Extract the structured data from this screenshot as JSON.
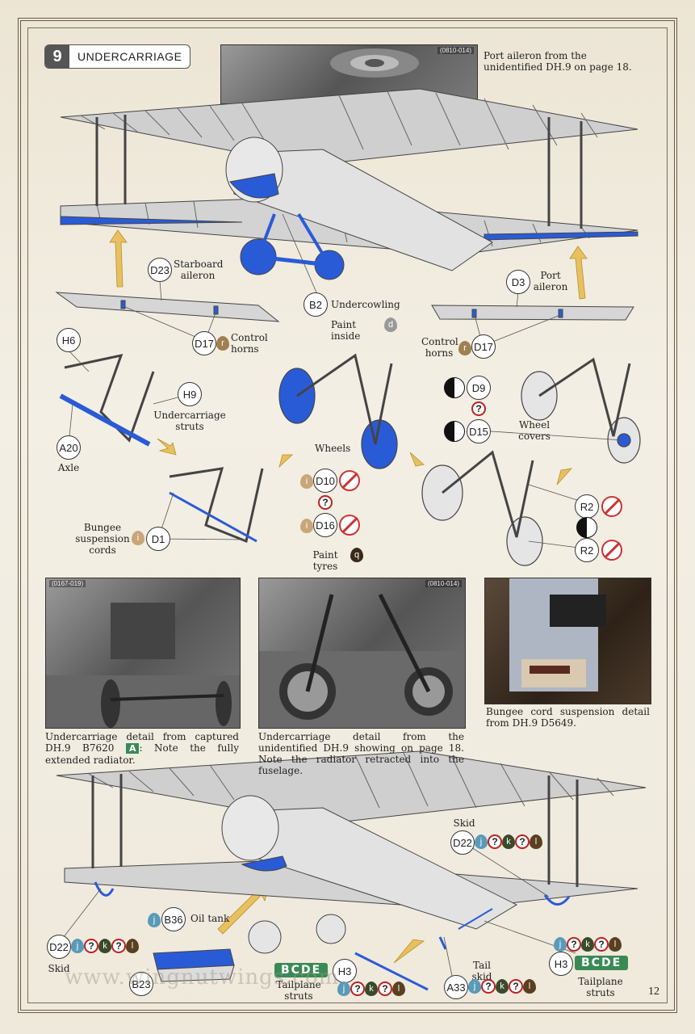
{
  "step": {
    "number": "9",
    "title": "UNDERCARRIAGE"
  },
  "top_photo": {
    "ref": "(0810-014)",
    "caption": "Port aileron from the unidentified DH.9 on page 18."
  },
  "callouts": {
    "d23": "D23",
    "d23_label": "Starboard aileron",
    "d17a": "D17",
    "d17a_label": "Control horns",
    "d17a_paint": "r",
    "b2": "B2",
    "b2_label": "Undercowling",
    "b2_paint_label": "Paint inside",
    "b2_paint": "d",
    "d3": "D3",
    "d3_label": "Port aileron",
    "d17b": "D17",
    "d17b_label": "Control horns",
    "d17b_paint": "r",
    "h6": "H6",
    "h9": "H9",
    "h9_label": "Undercarriage struts",
    "a20": "A20",
    "a20_label": "Axle",
    "d1": "D1",
    "d1_label": "Bungee suspension cords",
    "d1_paint": "i",
    "wheels_label": "Wheels",
    "d10": "D10",
    "d10_paint": "i",
    "d16": "D16",
    "d16_paint": "i",
    "tyres_label": "Paint tyres",
    "tyres_paint": "q",
    "d9": "D9",
    "d15": "D15",
    "wheelcovers_label": "Wheel covers",
    "r2a": "R2",
    "r2b": "R2"
  },
  "photos": [
    {
      "ref": "(0167-019)",
      "caption": "Undercarriage detail from captured DH.9 B7620",
      "badge": "A",
      "caption_tail": ": Note the fully extended radiator."
    },
    {
      "ref": "(0810-014)",
      "caption": "Undercarriage detail from the unidentified DH.9 showing on page 18. Note the radiator retracted into the fuselage."
    },
    {
      "ref": "",
      "caption": "Bungee cord suspension detail from DH.9 D5649."
    }
  ],
  "bottom": {
    "skid_top_label": "Skid",
    "d22a": "D22",
    "d22b": "D22",
    "skid_bottom_label": "Skid",
    "b36": "B36",
    "b36_label": "Oil tank",
    "b36_paint": "j",
    "b23": "B23",
    "h3a": "H3",
    "h3a_versions": "BCDE",
    "h3a_label": "Tailplane struts",
    "a33": "A33",
    "a33_label": "Tail skid",
    "h3b": "H3",
    "h3b_versions": "BCDE",
    "h3b_label": "Tailplane struts",
    "paint_j": "j",
    "paint_k": "k",
    "paint_l": "l",
    "paint_q": "?"
  },
  "colors": {
    "blue": "#2a5bd7",
    "frame": "#6b5a45",
    "green": "#3a8a55",
    "arrow": "#e8c060"
  },
  "watermark": "www.wingnutwings.com",
  "page_number": "12"
}
